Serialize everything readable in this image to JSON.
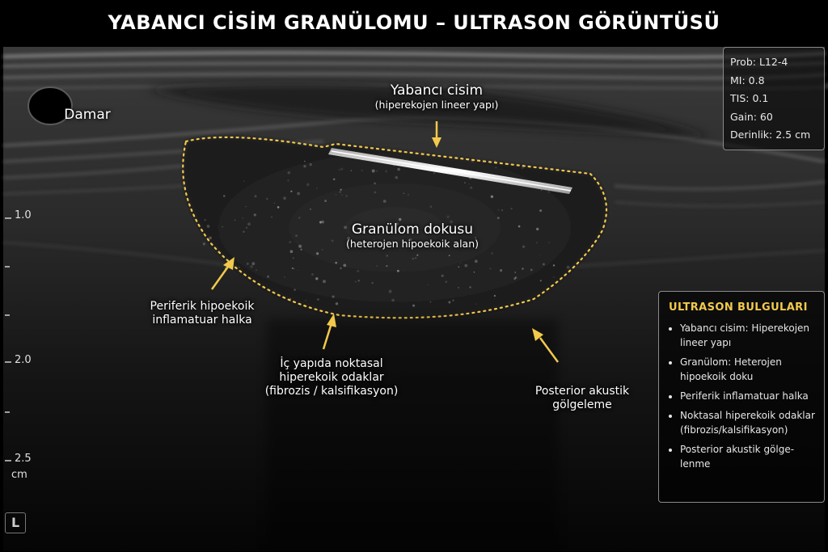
{
  "title": "YABANCI CİSİM GRANÜLOMU – ULTRASON GÖRÜNTÜSÜ",
  "labels": {
    "vessel": "Damar",
    "foreign_body": {
      "main": "Yabancı cisim",
      "sub": "(hiperekojen lineer yapı)"
    },
    "granuloma": {
      "main": "Granülom dokusu",
      "sub": "(heterojen hipoekoik alan)"
    },
    "peripheral_ring": [
      "Periferik hipoekoik",
      "inflamatuar halka"
    ],
    "internal_foci": [
      "İç yapıda noktasal",
      "hiperekoik odaklar",
      "(fibrozis / kalsifikasyon)"
    ],
    "posterior_shadow": [
      "Posterior akustik",
      "gölgeleme"
    ]
  },
  "parameters": [
    "Prob: L12-4",
    "MI: 0.8",
    "TIS: 0.1",
    "Gain: 60",
    "Derinlik: 2.5 cm"
  ],
  "findings": {
    "title": "ULTRASON BULGULARI",
    "items": [
      "Yabancı cisim: Hiperekojen lineer yapı",
      "Granülom: Heterojen hipoekoik doku",
      "Periferik inflamatuar halka",
      "Noktasal hiperekoik odaklar (fibrozis/kalsifikasyon)",
      "Posterior akustik gölge-lenme"
    ]
  },
  "depth_scale": {
    "marks": [
      "1.0",
      "2.0",
      "2.5"
    ],
    "unit": "cm"
  },
  "colors": {
    "annotation": "#f2c94c",
    "background": "#000000"
  },
  "logo_icon": "ultrasound-device-logo"
}
